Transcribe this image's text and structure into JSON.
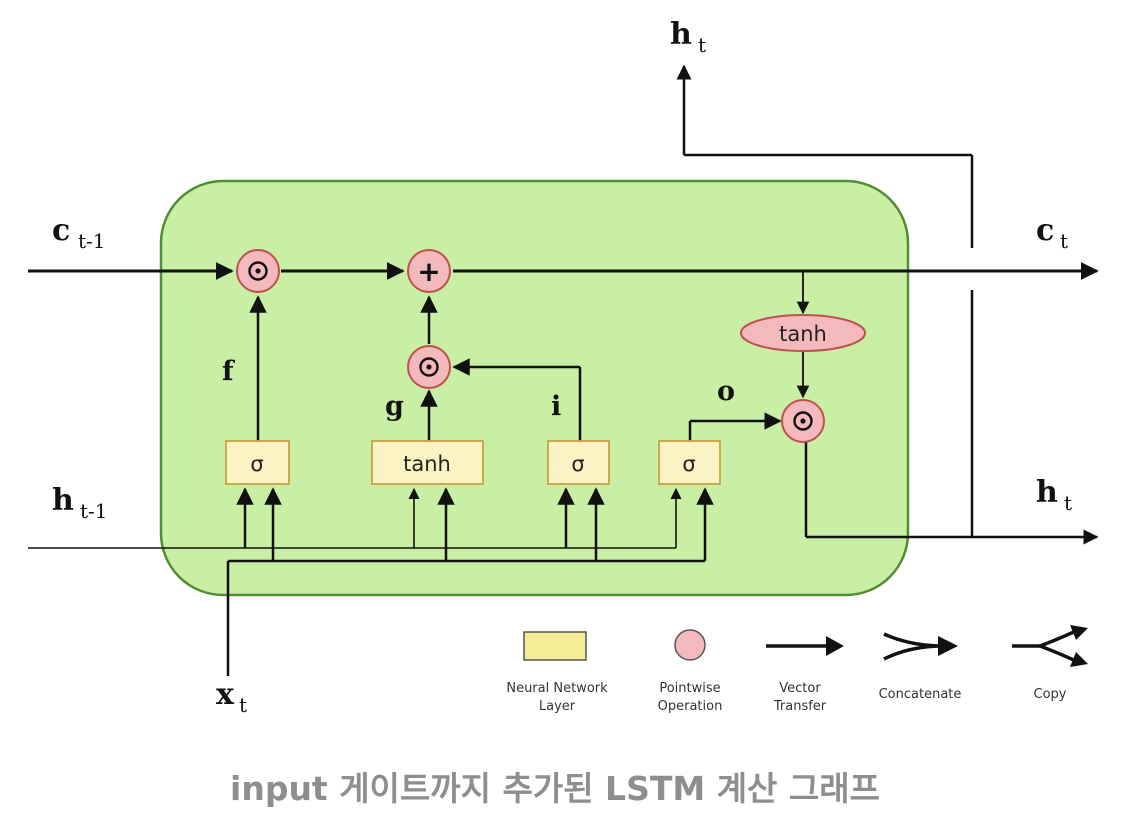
{
  "colors": {
    "cell_fill": "#c9efa5",
    "cell_stroke": "#4f8f32",
    "layer_fill": "#fbf3c4",
    "layer_stroke": "#c8a33f",
    "pointwise_fill": "#f3b9bd",
    "pointwise_stroke": "#c0504d",
    "line": "#111111",
    "caption": "#8e8e8e"
  },
  "labels": {
    "c_prev": {
      "main": "c",
      "sub": "t-1"
    },
    "h_prev": {
      "main": "h",
      "sub": "t-1"
    },
    "x_t": {
      "main": "x",
      "sub": "t"
    },
    "c_t": {
      "main": "c",
      "sub": "t"
    },
    "h_t_right": {
      "main": "h",
      "sub": "t"
    },
    "h_t_top": {
      "main": "h",
      "sub": "t"
    }
  },
  "gates": {
    "f": "f",
    "g": "g",
    "i": "i",
    "o": "o"
  },
  "layers": {
    "forget": "σ",
    "candidate": "tanh",
    "input": "σ",
    "output": "σ"
  },
  "ops": {
    "multiply": "⊙",
    "add": "+",
    "cell_tanh": "tanh"
  },
  "legend": {
    "neural_network_layer": [
      "Neural Network",
      "Layer"
    ],
    "pointwise_operation": [
      "Pointwise",
      "Operation"
    ],
    "vector_transfer": [
      "Vector",
      "Transfer"
    ],
    "concatenate": [
      "Concatenate"
    ],
    "copy": [
      "Copy"
    ]
  },
  "caption": "input 게이트까지 추가된 LSTM 계산 그래프"
}
